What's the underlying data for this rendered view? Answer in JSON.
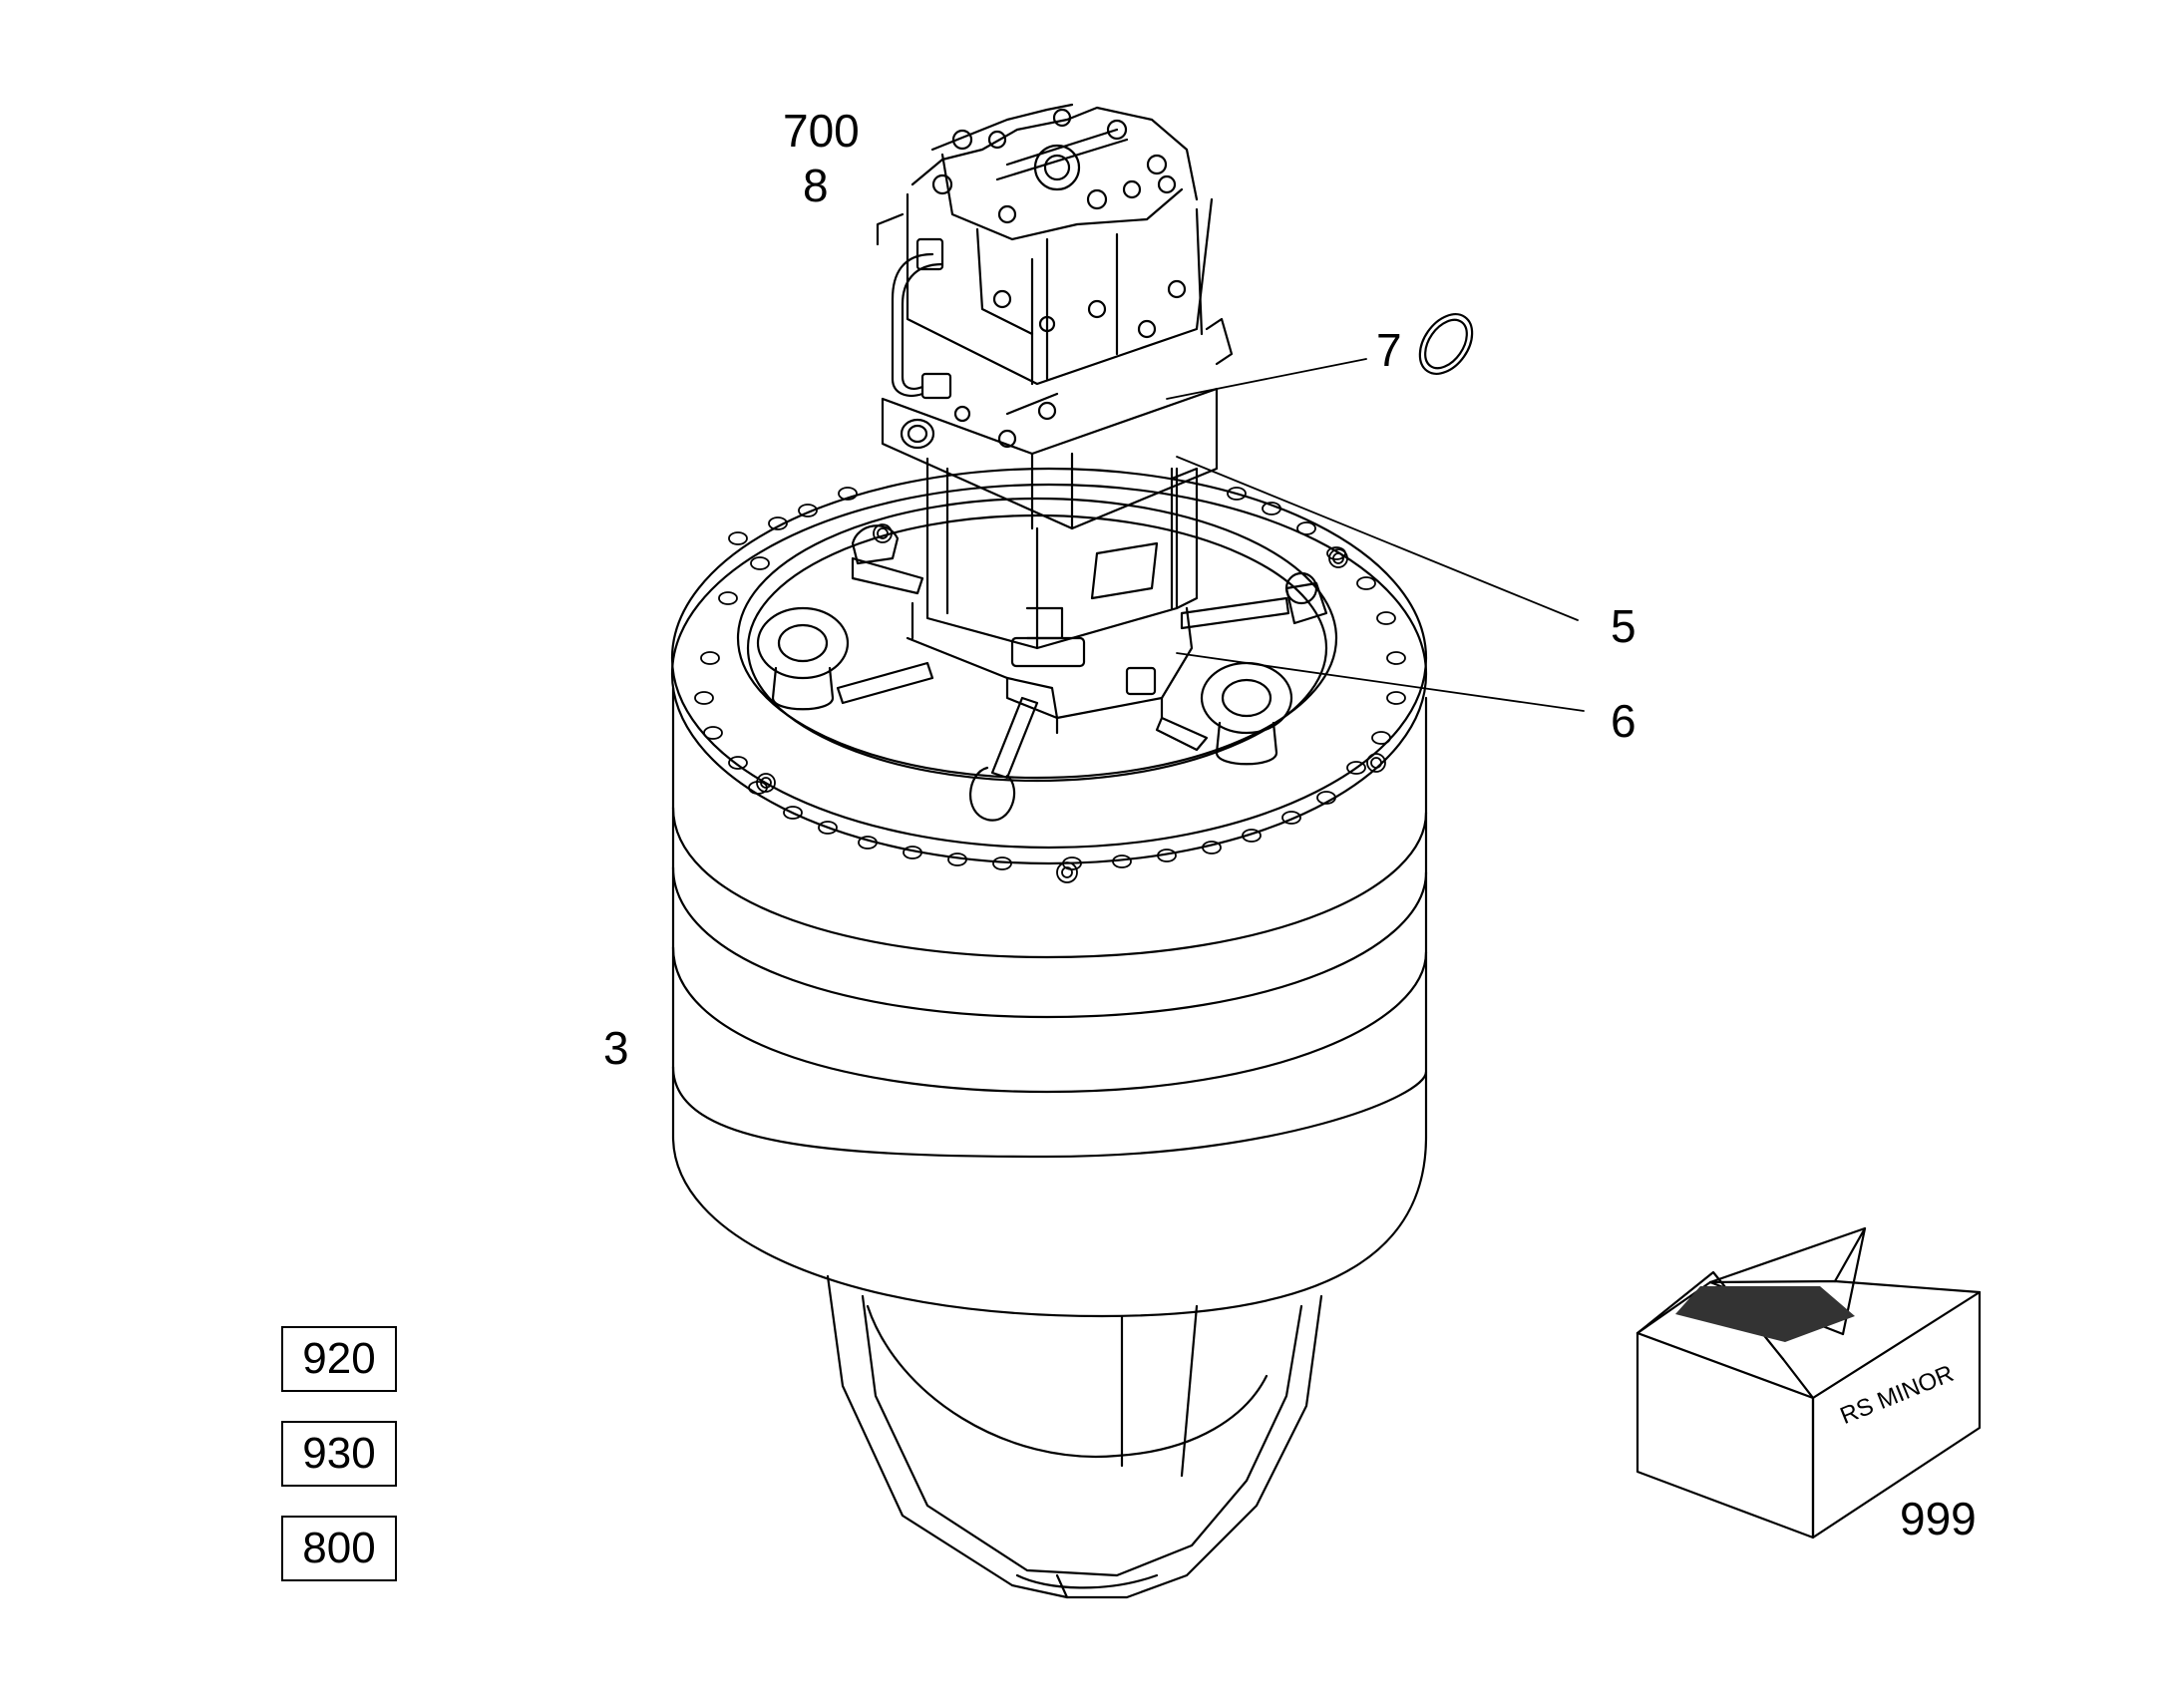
{
  "callouts": {
    "c700": "700",
    "c8": "8",
    "c7": "7",
    "c5": "5",
    "c6": "6",
    "c3": "3",
    "c999": "999"
  },
  "boxed_refs": [
    "920",
    "930",
    "800"
  ],
  "box_label": "RS MINOR",
  "colors": {
    "line": "#000000",
    "background": "#ffffff",
    "box_stripe": "#333333"
  }
}
